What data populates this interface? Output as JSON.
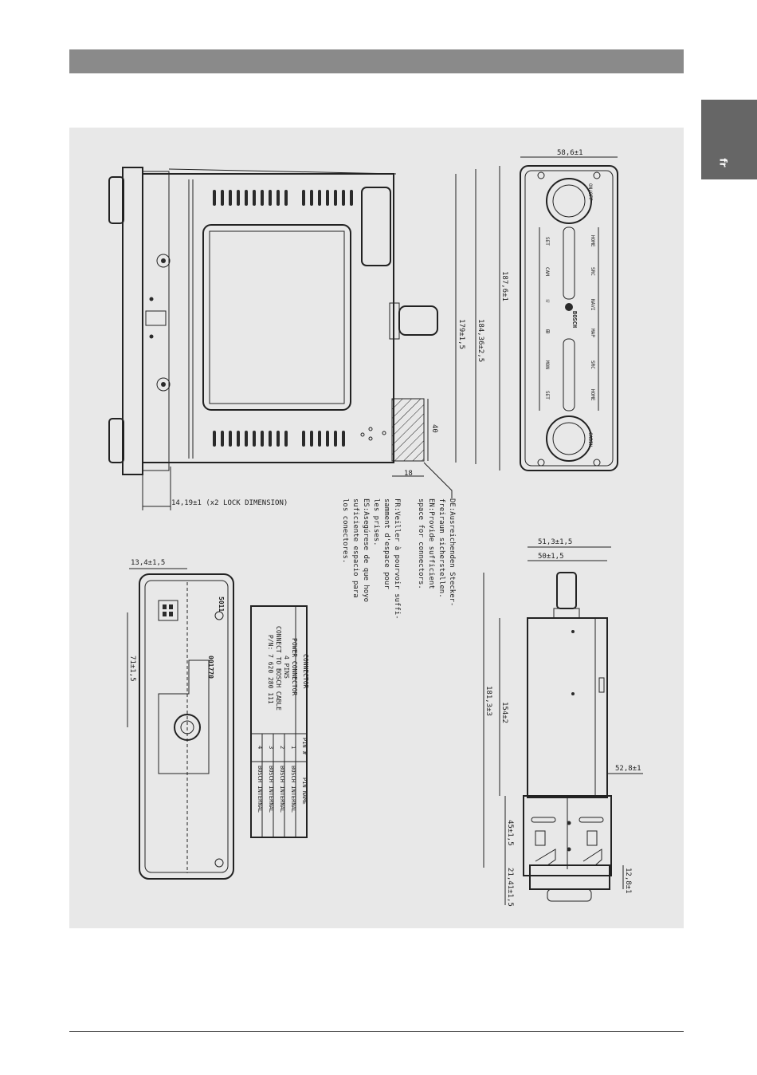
{
  "language_tab": "fr",
  "colors": {
    "header": "#8a8a8a",
    "tab": "#666666",
    "panel": "#e8e8e8"
  },
  "dimensions": {
    "front_width": "58,6±1",
    "front_height": "187,6±1",
    "side_depth_total": "184,36±2,5",
    "side_depth": "179±1,5",
    "lock_dim": "14,19±1 (x2 LOCK DIMENSION)",
    "conn_w": "18",
    "conn_h": "40",
    "rear_top": "13,4±1,5",
    "rear_conn": "71±1,5",
    "top_w1": "51,3±1,5",
    "top_w2": "50±1,5",
    "top_total": "181,3±3",
    "top_body": "154±2",
    "top_52": "52,8±1",
    "top_45": "45±1,5",
    "top_21": "21,41±1,5",
    "top_12": "12,8±1"
  },
  "connector_note": [
    "DE:Ausreichenden Stecker-",
    "    freiraum sicherstellen.",
    "EN:Provide sufficient",
    "    space for connectors.",
    "FR:Veiller à pourvoir suffi-",
    "    samment d'espace pour",
    "    les prises.",
    "ES:Asegúrese de que hoyo",
    "    suficiente espacio para",
    "    los conectores."
  ],
  "connector_table": {
    "title": "CONNECTOR",
    "desc": [
      "POWER CONNECTOR",
      "4 PINS",
      "CONNECT TO BOSCH CABLE",
      "P/N: 7 620 280 111"
    ],
    "headers": [
      "PIN #",
      "PIN NAME"
    ],
    "rows": [
      [
        "1",
        "BOSCH INTERNAL"
      ],
      [
        "2",
        "BOSCH INTERNAL"
      ],
      [
        "3",
        "BOSCH INTERNAL"
      ],
      [
        "4",
        "BOSCH INTERNAL"
      ]
    ]
  },
  "rear_labels": {
    "code1": "5011",
    "code2": "001770"
  },
  "front_buttons": {
    "top_knob": "ON/OFF",
    "bottom_knob": "CABIN",
    "brand": "BOSCH",
    "right_col": [
      "HOME",
      "SRC",
      "NAVI",
      "MAP",
      "SRC",
      "HOME"
    ],
    "left_col": [
      "SET",
      "CAM",
      "☏",
      "⊞",
      "MON",
      "SET"
    ]
  }
}
